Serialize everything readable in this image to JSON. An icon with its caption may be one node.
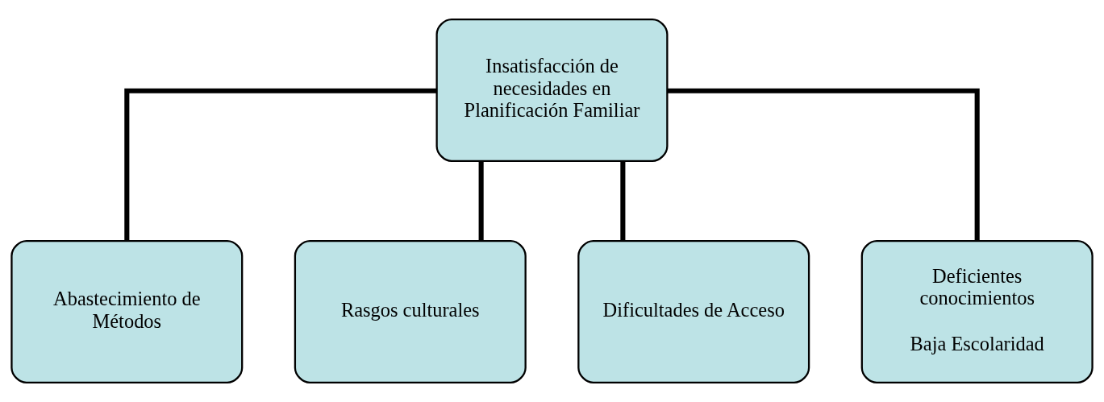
{
  "diagram": {
    "nodes": [
      {
        "text": [
          "Insatisfacción de necesidades en Planificación Familiar"
        ]
      },
      {
        "text": [
          "Abastecimiento de Métodos"
        ]
      },
      {
        "text": [
          "Rasgos culturales"
        ]
      },
      {
        "text": [
          "Dificultades de Acceso"
        ]
      },
      {
        "text": [
          "Deficientes conocimientos",
          "Baja Escolaridad"
        ]
      }
    ],
    "edges": [
      {
        "from": 0,
        "to": 1,
        "arrow": "none"
      },
      {
        "from": 0,
        "to": 2,
        "arrow": "none"
      },
      {
        "from": 0,
        "to": 3,
        "arrow": "none"
      },
      {
        "from": 0,
        "to": 4,
        "arrow": "none"
      }
    ]
  }
}
